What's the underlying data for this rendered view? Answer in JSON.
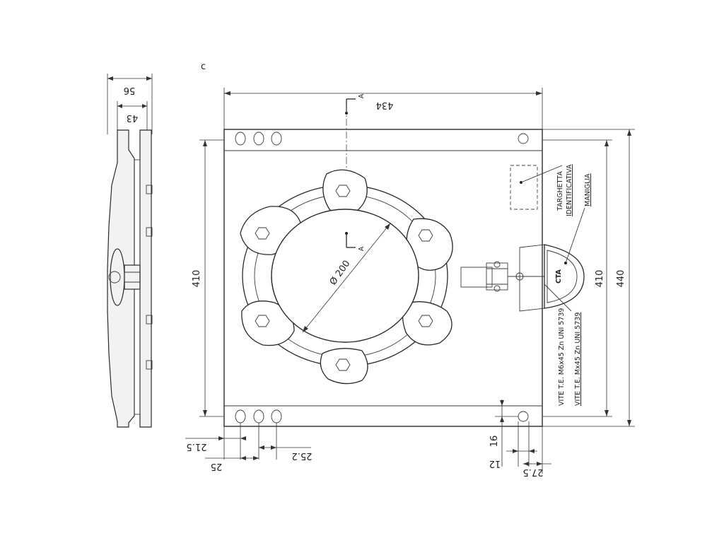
{
  "dimensions": {
    "side_total_width": "56",
    "side_inner_width": "43",
    "top_width": "434",
    "plate_height_left": "410",
    "plate_height_right": "410",
    "total_height": "440",
    "hole_diameter": "Ø 200",
    "slot_offset_1": "21.5",
    "slot_offset_2": "25",
    "slot_offset_3": "25.2",
    "right_hole_vertical": "16",
    "right_hole_horizontal_1": "12",
    "right_hole_horizontal_2": "27.5"
  },
  "section_marker": "A",
  "corner_mark": "c",
  "labels": {
    "nameplate_line1": "TARGHETTA",
    "nameplate_line2": "IDENTIFICATIVA",
    "handle": "MANIGLIA",
    "screw1": "VITE T.E. M6x45 Zn UNI 5739",
    "screw2": "VITE T.E. Mx45 Zn UNI 5739",
    "logo": "CTA"
  }
}
